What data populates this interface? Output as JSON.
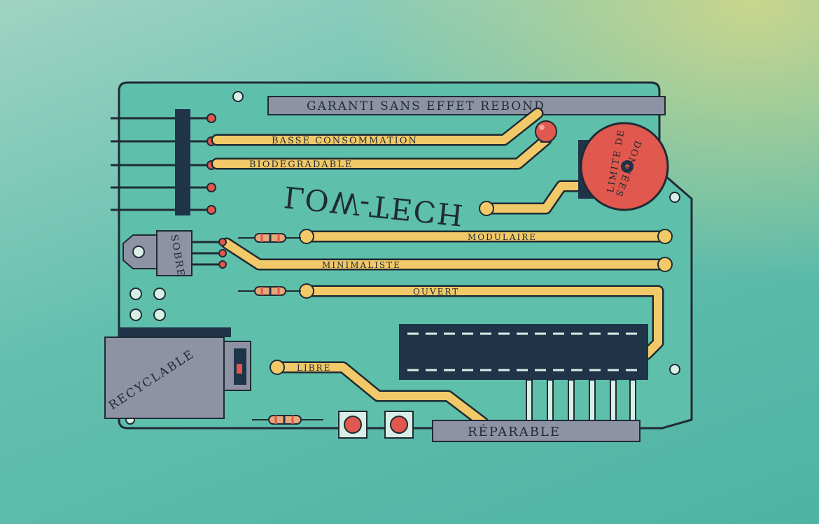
{
  "labels": {
    "top_banner": "GARANTI SANS EFFET REBOND",
    "trace_1": "BASSE CONSOMMATION",
    "trace_2": "BIODÉGRADABLE",
    "center": "LOW-TECH",
    "buzzer_1": "LIMITE DE",
    "buzzer_2": "DONNÉES",
    "regulator": "SOBRE",
    "trace_3": "MODULAIRE",
    "trace_4": "MINIMALISTE",
    "trace_5": "OUVERT",
    "jack": "RECYCLABLE",
    "trace_6": "LIBRE",
    "bottom_banner": "RÉPARABLE"
  },
  "colors": {
    "board": "#5ebfab",
    "outline": "#1f2b33",
    "trace": "#f2c968",
    "component_gray": "#8d93a4",
    "chip": "#1f3448",
    "led_red": "#e0584e"
  }
}
